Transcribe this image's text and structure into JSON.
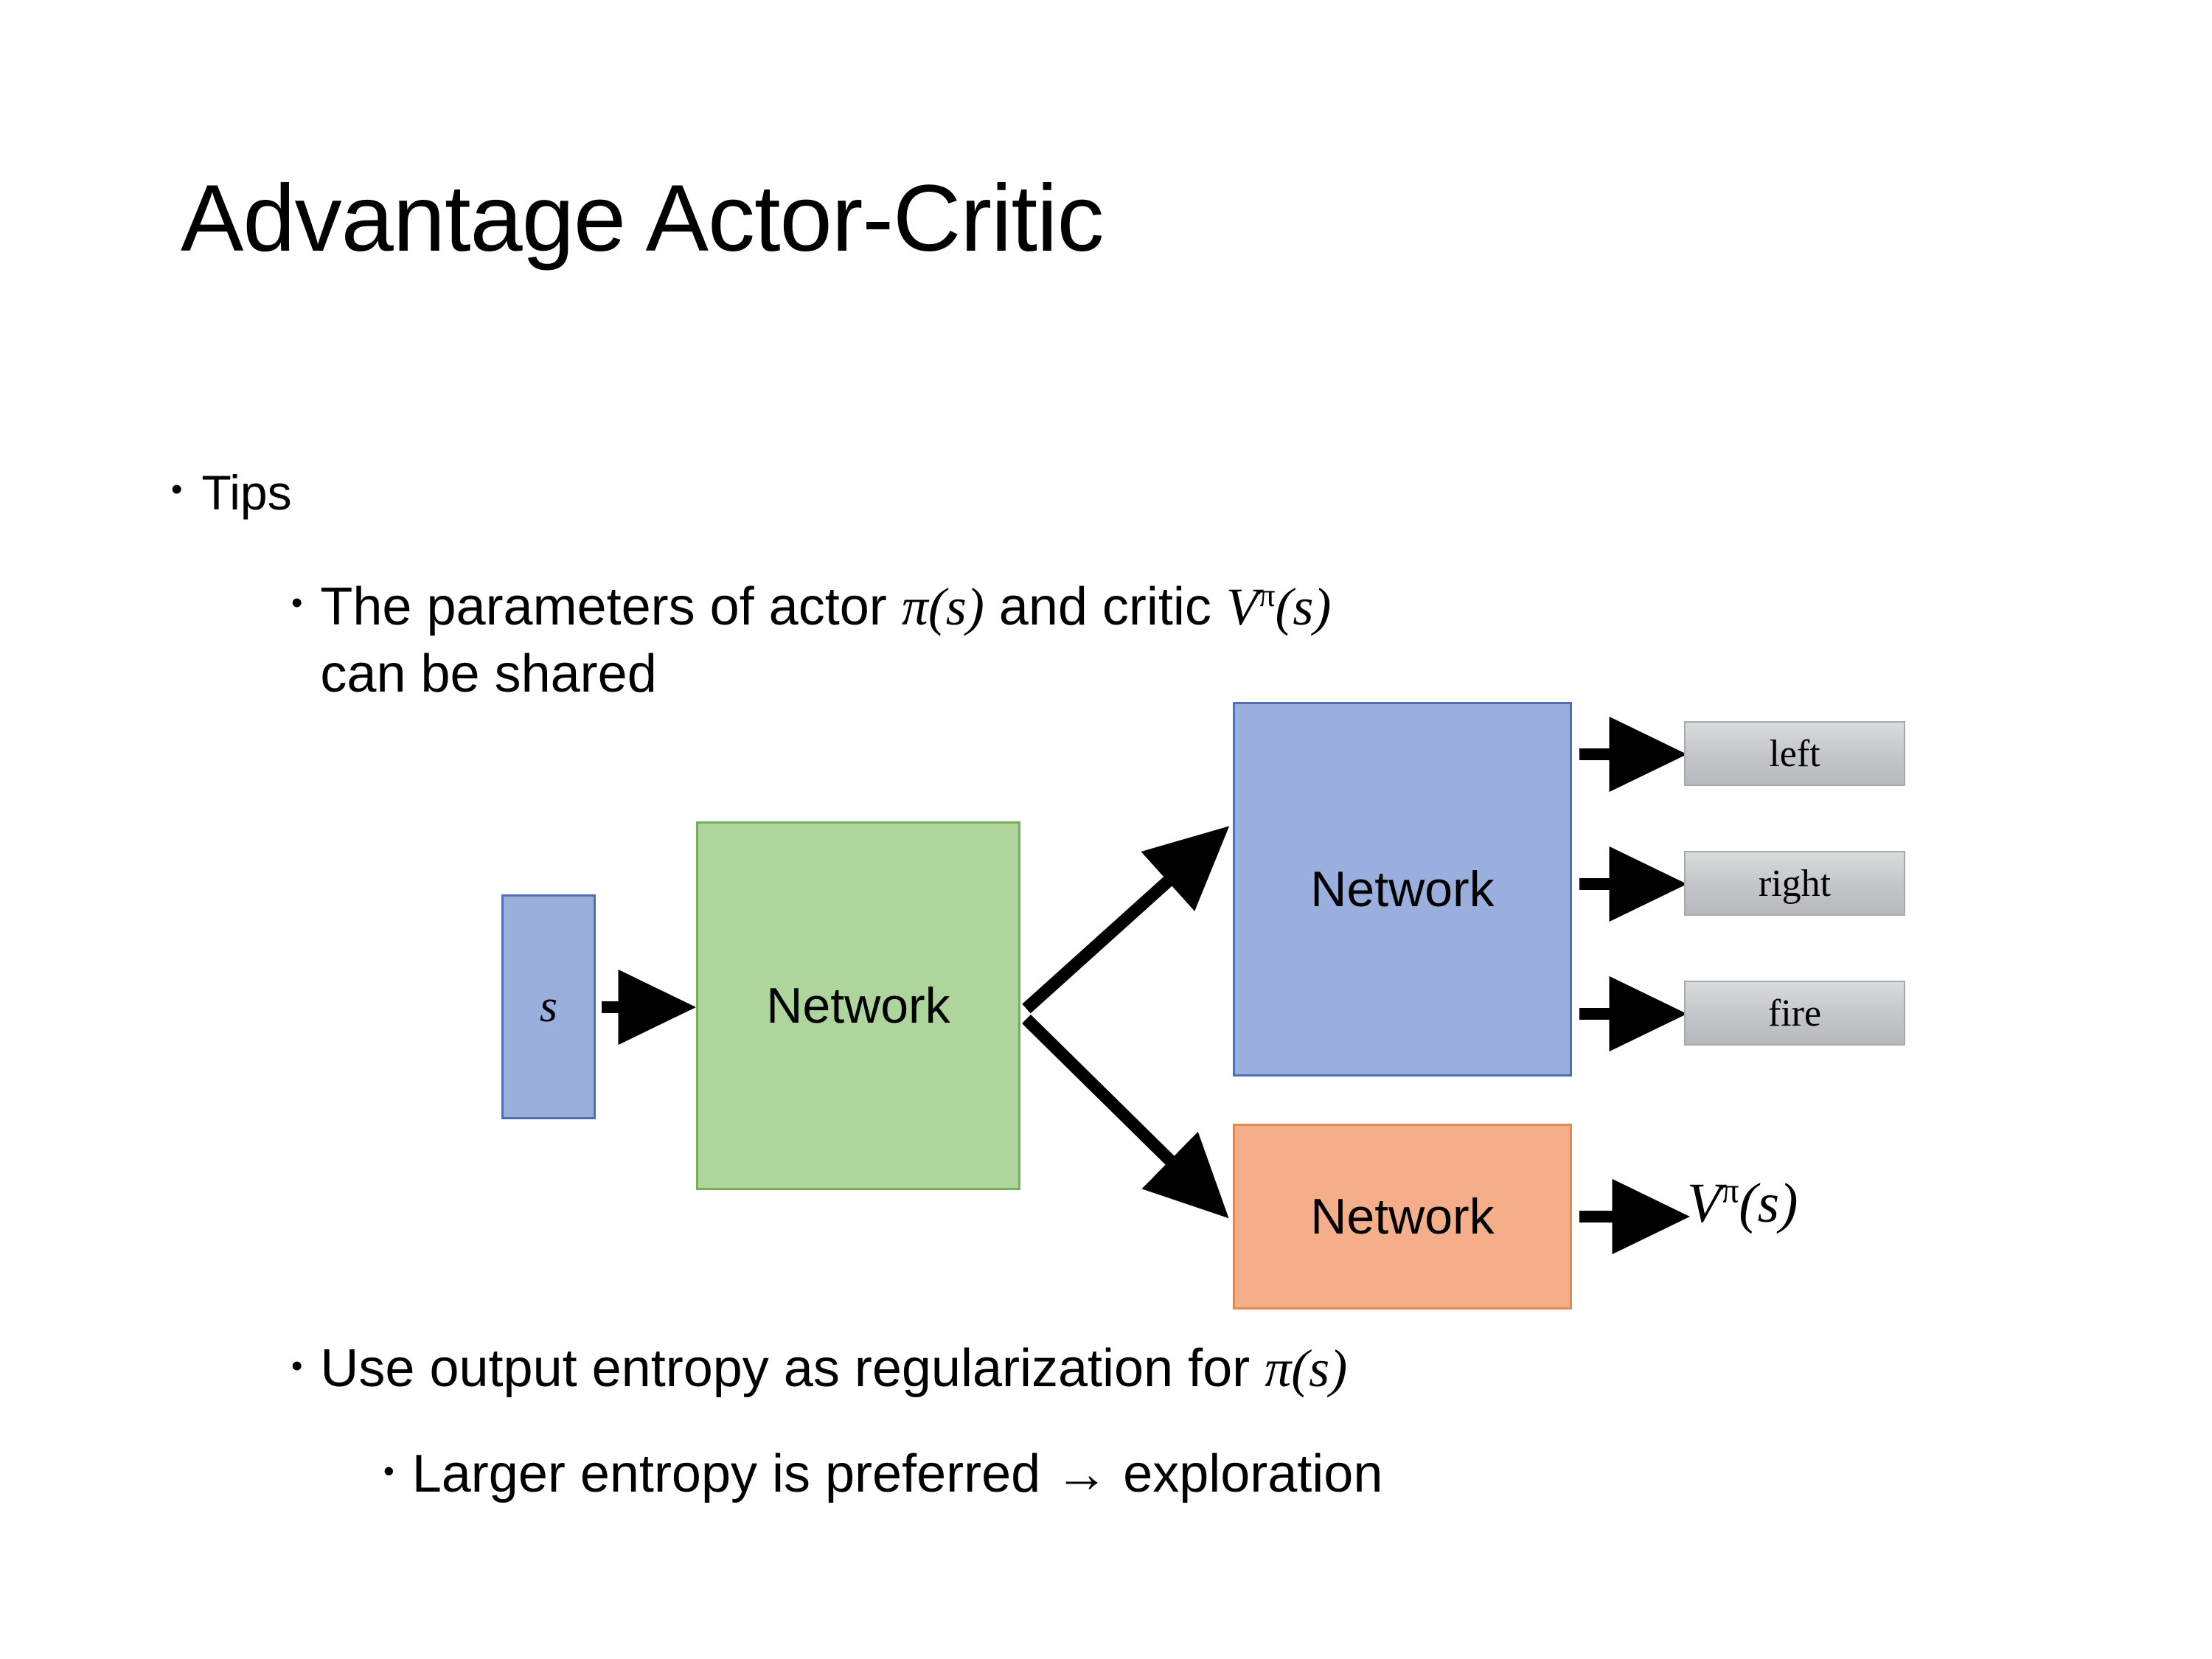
{
  "slide": {
    "title": "Advantage Actor-Critic",
    "bullets": [
      {
        "level": 1,
        "marker": "•",
        "text": "Tips"
      },
      {
        "level": 2,
        "marker": "•",
        "text_before_math": "The parameters of actor ",
        "math_actor": "π(s)",
        "text_middle": "  and critic ",
        "math_critic_base": "V",
        "math_critic_sup": "π",
        "math_critic_arg": "(s)",
        "text_wrap": "can be shared",
        "full_text": "The parameters of actor π(s)  and critic Vπ(s) can be shared"
      },
      {
        "level": 2,
        "marker": "•",
        "text_before_math": "Use output entropy as regularization for ",
        "math_actor": "π(s)",
        "full_text": "Use output entropy as regularization for π(s)"
      },
      {
        "level": 3,
        "marker": "•",
        "text": "Larger entropy is preferred → exploration"
      }
    ]
  },
  "diagram": {
    "nodes": {
      "state": {
        "label": "s",
        "fill": "#9AAFDC",
        "border": "#4E6FB5"
      },
      "shared_network": {
        "label": "Network",
        "fill": "#AED59B",
        "border": "#75B056"
      },
      "actor_network": {
        "label": "Network",
        "fill": "#9BAFDE",
        "border": "#4E6FB5"
      },
      "critic_network": {
        "label": "Network",
        "fill": "#F5AE8A",
        "border": "#E08A50"
      }
    },
    "actions": [
      {
        "label": "left"
      },
      {
        "label": "right"
      },
      {
        "label": "fire"
      }
    ],
    "critic_output": {
      "base": "V",
      "superscript": "π",
      "argument": "(s)"
    },
    "arrows": [
      {
        "name": "state-to-shared",
        "from": "state",
        "to": "shared_network"
      },
      {
        "name": "shared-to-actor",
        "from": "shared_network",
        "to": "actor_network"
      },
      {
        "name": "shared-to-critic",
        "from": "shared_network",
        "to": "critic_network"
      },
      {
        "name": "actor-to-left",
        "from": "actor_network",
        "to": "left"
      },
      {
        "name": "actor-to-right",
        "from": "actor_network",
        "to": "right"
      },
      {
        "name": "actor-to-fire",
        "from": "actor_network",
        "to": "fire"
      },
      {
        "name": "critic-to-value",
        "from": "critic_network",
        "to": "critic_output"
      }
    ],
    "colors": {
      "background": "#FFFFFF",
      "text": "#000000",
      "arrow": "#000000",
      "action_box_fill_top": "#D9DBDD",
      "action_box_fill_bottom": "#B7BABD",
      "action_box_border": "#A7AAAD"
    }
  }
}
